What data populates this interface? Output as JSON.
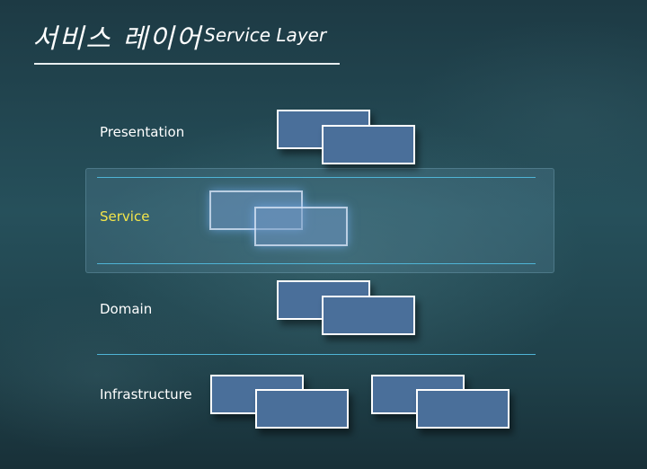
{
  "slide": {
    "title_ko": "서비스 레이어",
    "title_en": "Service Layer"
  },
  "layers": [
    {
      "label": "Presentation",
      "active": false
    },
    {
      "label": "Service",
      "active": true
    },
    {
      "label": "Domain",
      "active": false
    },
    {
      "label": "Infrastructure",
      "active": false
    }
  ],
  "colors": {
    "box_fill": "#4a6f9a",
    "box_border": "#ffffff",
    "active_label": "#f4e64a",
    "rule_line": "#4fb4d6",
    "label_text": "#ffffff"
  }
}
